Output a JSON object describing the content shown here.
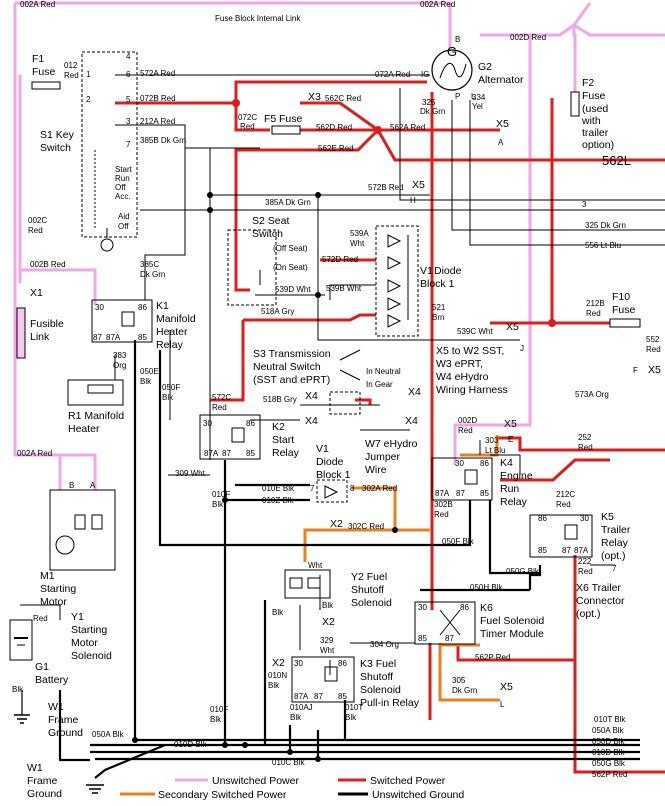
{
  "wires_top": {
    "w002a_left": "002A Red",
    "w002a_right": "002A Red",
    "fuse_link": "Fuse Block Internal Link",
    "w002d": "002D Red"
  },
  "components": {
    "f1": {
      "id": "F1",
      "name": "Fuse",
      "wire": "012\nRed"
    },
    "s1": {
      "id": "S1 Key",
      "name": "Switch"
    },
    "s1_positions": [
      "Start",
      "Run",
      "Off",
      "Acc.",
      "Aid",
      "Off"
    ],
    "g2": {
      "id": "G2",
      "name": "Alternator",
      "symbol": "G"
    },
    "f2": {
      "id": "F2",
      "name": "Fuse",
      "note1": "(used",
      "note2": "with",
      "note3": "trailer",
      "note4": "option)"
    },
    "x562l": "562L",
    "f5": {
      "id": "F5",
      "name": "Fuse"
    },
    "s2": {
      "id": "S2 Seat",
      "name": "Switch",
      "off": "(Off Seat)",
      "on": "(On Seat)"
    },
    "v1_top": {
      "id": "V1",
      "name": "Diode",
      "name2": "Block 1"
    },
    "x1": {
      "id": "X1"
    },
    "fusible": {
      "line1": "Fusible",
      "line2": "Link"
    },
    "k1": {
      "id": "K1",
      "l1": "Manifold",
      "l2": "Heater",
      "l3": "Relay"
    },
    "r1": {
      "id": "R1 Manifold",
      "name": "Heater"
    },
    "f10": {
      "id": "F10",
      "name": "Fuse"
    },
    "s3": {
      "line1": "S3 Transmission",
      "line2": "Neutral Switch",
      "line3": "(SST and ePRT)",
      "in_neutral": "In Neutral",
      "in_gear": "In Gear"
    },
    "x5_harness": {
      "l1": "X5 to W2 SST,",
      "l2": "W3 ePRT,",
      "l3": "W4 eHydro",
      "l4": "Wiring Harness"
    },
    "k2": {
      "id": "K2",
      "name": "Start",
      "name2": "Relay"
    },
    "w7": {
      "l1": "W7 eHydro",
      "l2": "Jumper",
      "l3": "Wire"
    },
    "v1_bot": {
      "id": "V1",
      "l1": "Diode",
      "l2": "Block 1"
    },
    "k4": {
      "id": "K4",
      "l1": "Engine",
      "l2": "Run",
      "l3": "Relay"
    },
    "k5": {
      "id": "K5",
      "l1": "Trailer",
      "l2": "Relay",
      "l3": "(opt.)"
    },
    "x6": {
      "l1": "X6 Trailer",
      "l2": "Connector",
      "l3": "(opt.)"
    },
    "m1": {
      "id": "M1",
      "l1": "Starting",
      "l2": "Motor"
    },
    "y1": {
      "id": "Y1",
      "l1": "Starting",
      "l2": "Motor",
      "l3": "Solenoid"
    },
    "y2": {
      "id": "Y2 Fuel",
      "l1": "Shutoff",
      "l2": "Solenoid"
    },
    "k6": {
      "id": "K6",
      "l1": "Fuel Solenoid",
      "l2": "Timer Module"
    },
    "k3": {
      "id": "K3 Fuel",
      "l1": "Shutoff",
      "l2": "Solenoid",
      "l3": "Pull-in Relay"
    },
    "g1": {
      "id": "G1",
      "name": "Battery"
    },
    "w1a": {
      "id": "W1",
      "name": "Frame",
      "name2": "Ground"
    },
    "w1b": {
      "id": "W1",
      "name": "Frame",
      "name2": "Ground"
    }
  },
  "wire_labels": [
    "572A Red",
    "072B Red",
    "212A Red",
    "385B Dk Grn",
    "072A Red",
    "325",
    "Dk Grn",
    "334",
    "Yel",
    "562C Red",
    "072C",
    "Red",
    "562D Red",
    "562E Red",
    "562A Red",
    "572B Red",
    "385A Dk Grn",
    "325 Dk Grn",
    "556 Lt Blu",
    "539A",
    "Wht",
    "572D Red",
    "539B Wht",
    "539D Wht",
    "518A Gry",
    "521",
    "Brn",
    "539C Wht",
    "002C",
    "Red",
    "002B Red",
    "385C",
    "Dk Grn",
    "383",
    "Org",
    "050E",
    "Blk",
    "050F",
    "Blk",
    "212B",
    "Red",
    "552",
    "Red",
    "573A Org",
    "518B Gry",
    "572C",
    "Red",
    "309 Wht",
    "002D",
    "Red",
    "303",
    "Lt Blu",
    "252",
    "Red",
    "002A Red",
    "010E Blk",
    "010Z Blk",
    "302A Red",
    "010F",
    "Blk",
    "302C Red",
    "302B",
    "Red",
    "050F Blk",
    "212C",
    "Red",
    "050G Blk",
    "222",
    "Red",
    "050H Blk",
    "Wht",
    "Blk",
    "329",
    "Wht",
    "304 Org",
    "562P Red",
    "305",
    "Dk Grn",
    "010N",
    "Blk",
    "010AJ",
    "Blk",
    "010T",
    "Blk",
    "010F",
    "Blk",
    "Red",
    "Blk",
    "050A Blk",
    "010D Blk",
    "010C Blk",
    "010T Blk",
    "050A Blk",
    "050D Blk",
    "010D Blk",
    "050G Blk",
    "562P Red"
  ],
  "connectors": [
    "X3",
    "X5",
    "A",
    "X5",
    "H",
    "3",
    "X5",
    "J",
    "F",
    "X5",
    "X4",
    "X4",
    "X4",
    "X4",
    "X5",
    "E",
    "X2",
    "X2",
    "X2",
    "X5",
    "L",
    "7",
    "C",
    "B",
    "A",
    "IG",
    "B",
    "P",
    "L"
  ],
  "pin_labels": [
    "4",
    "6",
    "1",
    "2",
    "5",
    "3",
    "7",
    "30",
    "86",
    "87",
    "87A",
    "85",
    "1",
    "2",
    "3",
    "4",
    "5",
    "6"
  ],
  "legend": {
    "unswitched": "Unswitched Power",
    "switched": "Switched Power",
    "secondary": "Secondary Switched Power",
    "ground": "Unswitched Ground"
  },
  "colors": {
    "unswitched": "#f2a6e6",
    "switched": "#e01b1b",
    "secondary": "#e8801e",
    "ground": "#000000"
  }
}
